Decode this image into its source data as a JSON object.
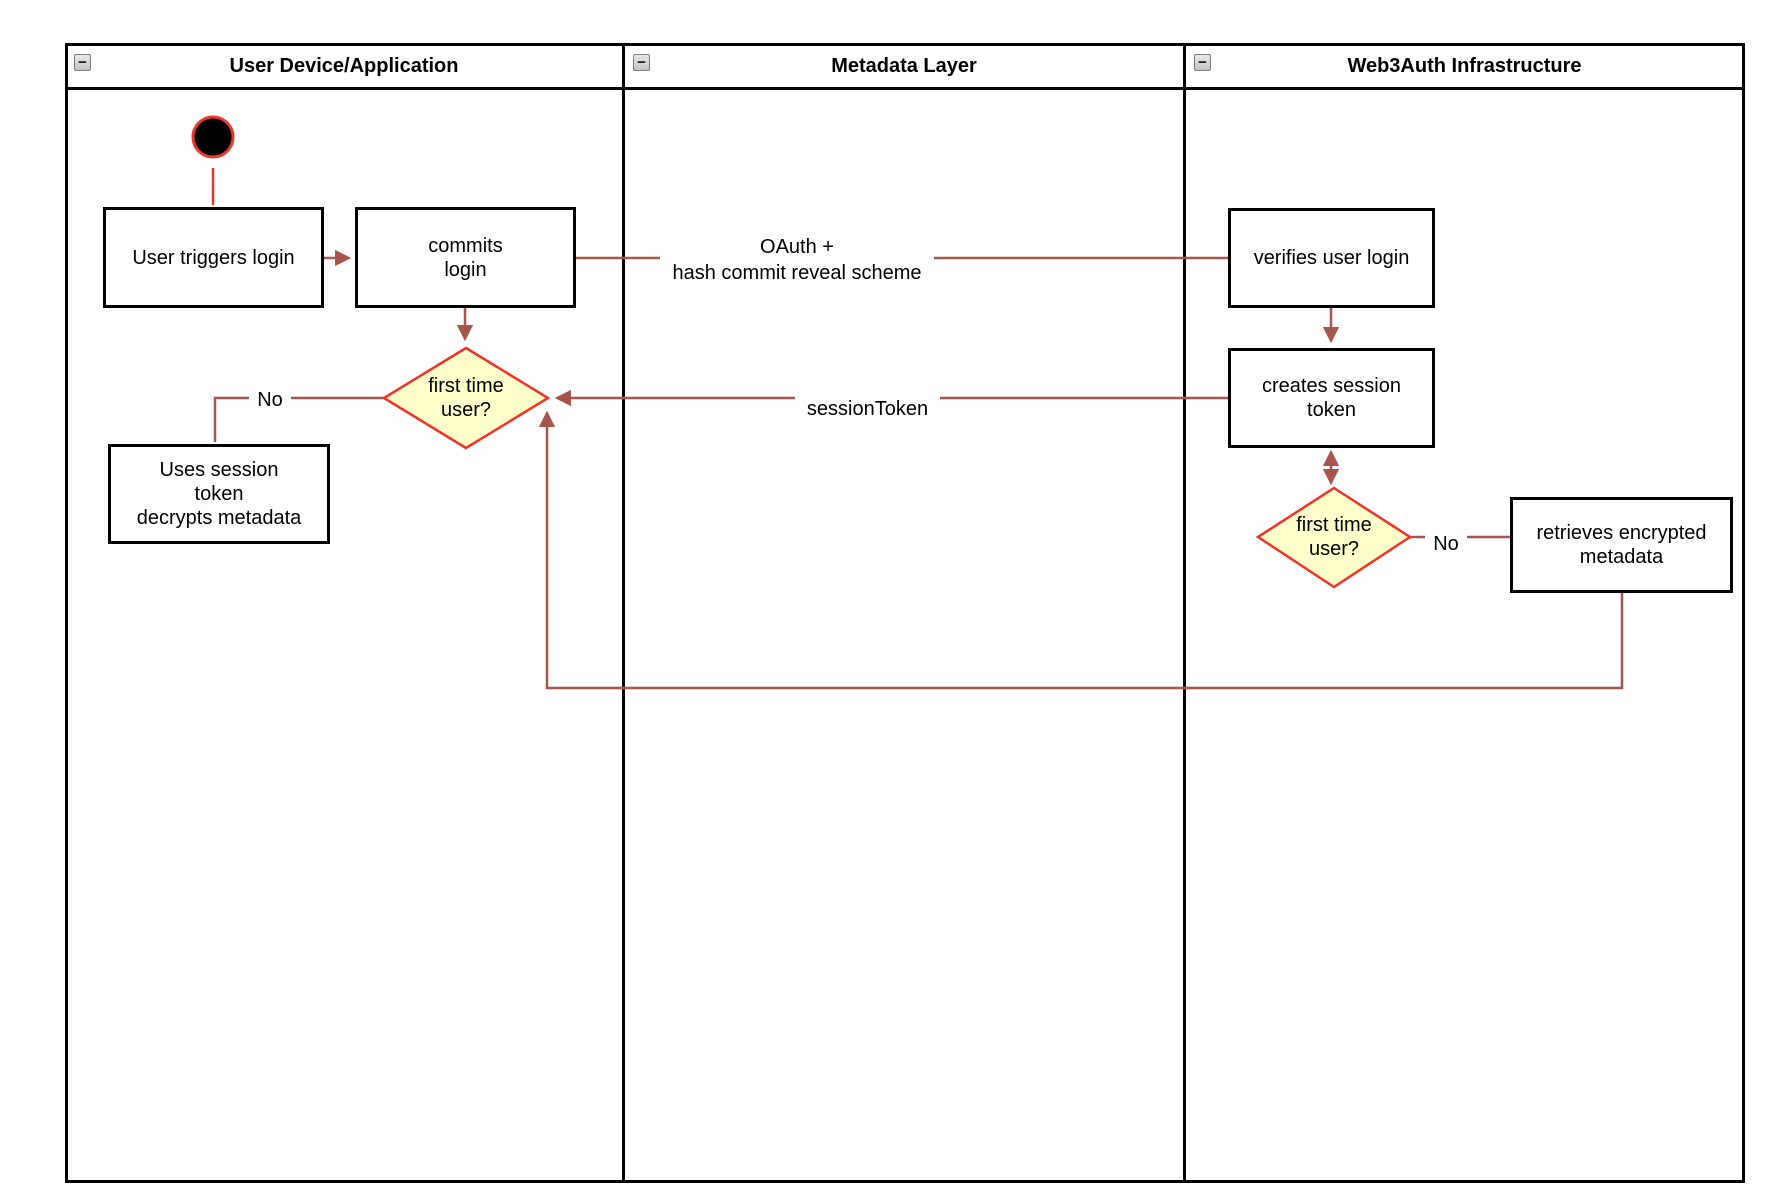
{
  "lanes": [
    {
      "title": "User Device/Application"
    },
    {
      "title": "Metadata Layer"
    },
    {
      "title": "Web3Auth Infrastructure"
    }
  ],
  "ui": {
    "collapse_glyph": "−"
  },
  "nodes": {
    "user_triggers_login": {
      "label": "User triggers login"
    },
    "commits_login": {
      "label": "commits\nlogin"
    },
    "verifies_user_login": {
      "label": "verifies user login"
    },
    "creates_session_token": {
      "label": "creates session\ntoken"
    },
    "first_time_user_device": {
      "label": "first time\nuser?"
    },
    "uses_session_token": {
      "label": "Uses session\ntoken\ndecrypts metadata"
    },
    "first_time_user_web3auth": {
      "label": "first time\nuser?"
    },
    "retrieves_encrypted_metadata": {
      "label": "retrieves encrypted\nmetadata"
    }
  },
  "edges": {
    "oauth": {
      "label": "OAuth +\nhash commit reveal scheme"
    },
    "session_token": {
      "label": "sessionToken"
    },
    "no_device": {
      "label": "No"
    },
    "no_web3auth": {
      "label": "No"
    }
  },
  "colors": {
    "connector": "#A6554C",
    "start_fill": "#000000",
    "start_stroke": "#E8392A",
    "decision_stroke": "#F13226",
    "decision_fill": "#FFFFCC",
    "node_fill": "#FFFFFF",
    "node_border": "#000000",
    "lane_border": "#000000"
  }
}
